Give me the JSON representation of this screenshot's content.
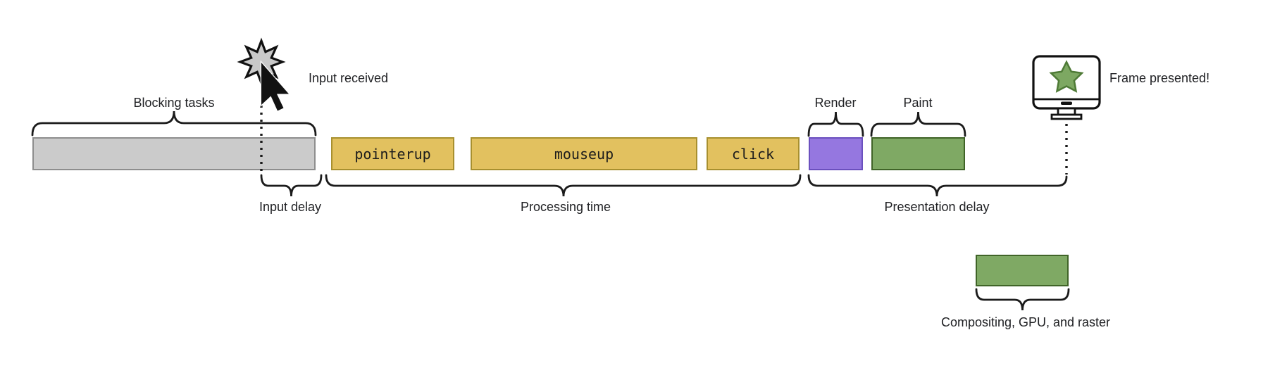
{
  "labels": {
    "blocking_tasks": "Blocking tasks",
    "input_received": "Input received",
    "input_delay": "Input delay",
    "processing_time": "Processing time",
    "render": "Render",
    "paint": "Paint",
    "presentation_delay": "Presentation delay",
    "frame_presented": "Frame presented!",
    "compositing_gpu_raster": "Compositing, GPU, and raster"
  },
  "event_bars": {
    "pointerup": "pointerup",
    "mouseup": "mouseup",
    "click": "click"
  },
  "icons": {
    "input_burst": "8-point starburst (click flash)",
    "cursor": "mouse pointer arrow",
    "monitor": "desktop display",
    "frame_star": "5-point green star on screen"
  },
  "colors": {
    "task_gray_fill": "#CBCBCB",
    "task_gray_border": "#8E8E8E",
    "event_yellow_fill": "#E2C15F",
    "event_yellow_border": "#A8902F",
    "render_purple_fill": "#9577E0",
    "render_purple_border": "#6B50BE",
    "paint_green_fill": "#7FA964",
    "paint_green_border": "#406428",
    "outline_black": "#1B1B1B",
    "text": "#202124"
  }
}
